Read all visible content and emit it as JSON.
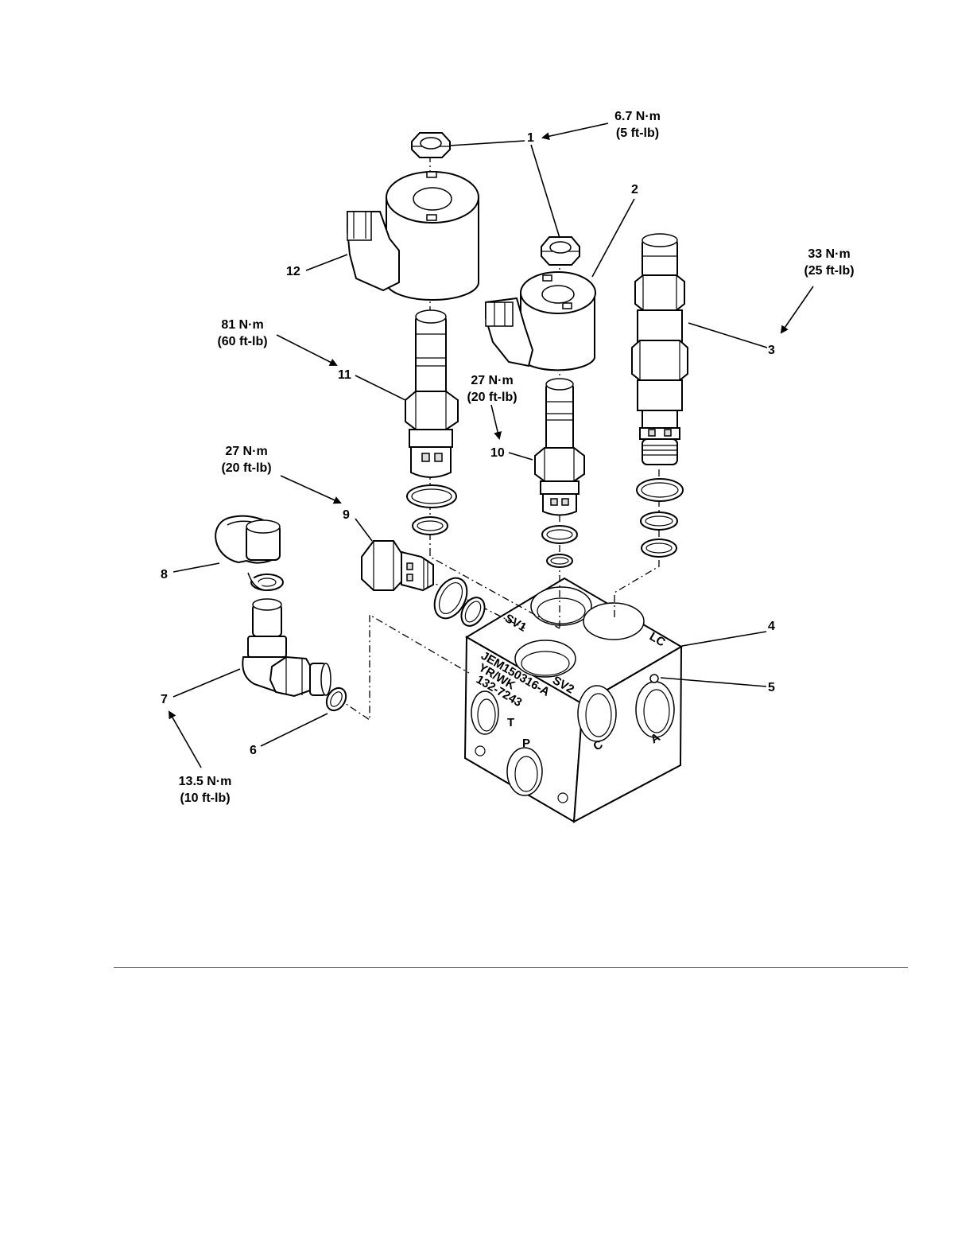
{
  "callouts": {
    "c1": "1",
    "c2": "2",
    "c3": "3",
    "c4": "4",
    "c5": "5",
    "c6": "6",
    "c7": "7",
    "c8": "8",
    "c9": "9",
    "c10": "10",
    "c11": "11",
    "c12": "12"
  },
  "torques": {
    "t1": {
      "nm": "6.7 N·m",
      "ftlb": "(5 ft-lb)"
    },
    "t3": {
      "nm": "33 N·m",
      "ftlb": "(25 ft-lb)"
    },
    "t11": {
      "nm": "81 N·m",
      "ftlb": "(60 ft-lb)"
    },
    "t10": {
      "nm": "27 N·m",
      "ftlb": "(20 ft-lb)"
    },
    "t9": {
      "nm": "27 N·m",
      "ftlb": "(20 ft-lb)"
    },
    "t7": {
      "nm": "13.5 N·m",
      "ftlb": "(10 ft-lb)"
    }
  },
  "manifold": {
    "port_sv1": "SV1",
    "port_sv2": "SV2",
    "port_lc": "LC",
    "port_t": "T",
    "port_p": "P",
    "port_c": "C",
    "port_a": "A",
    "stamp_line1": "JEM150316-A",
    "stamp_line2": "YR/WK",
    "stamp_line3": "132-7243"
  }
}
